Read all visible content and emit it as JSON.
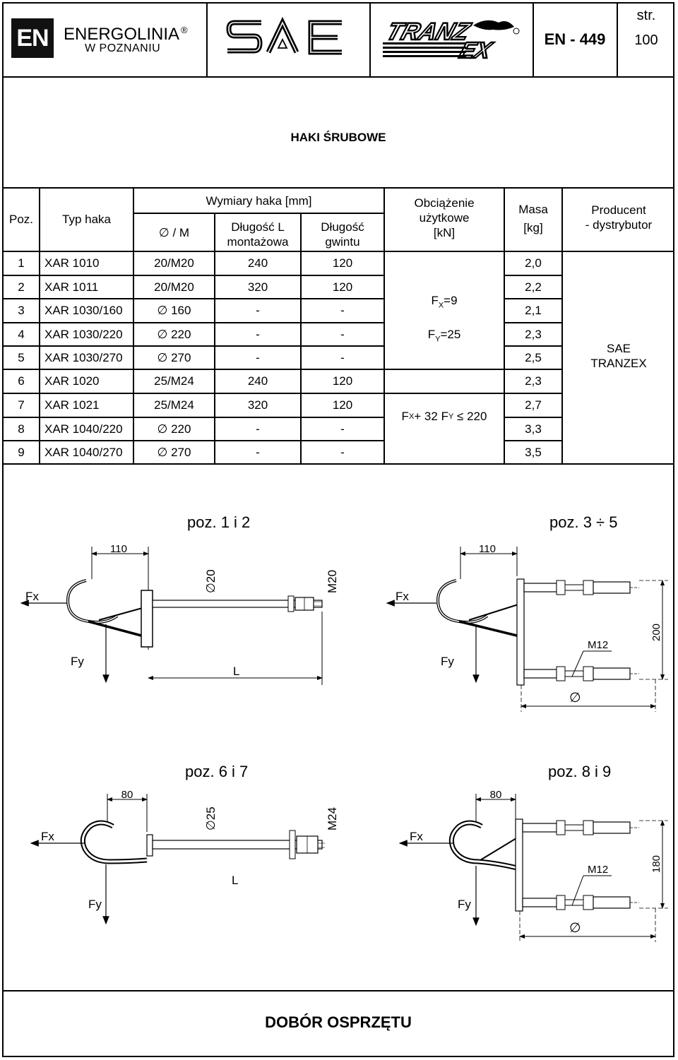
{
  "header": {
    "badge": "EN",
    "company_name": "ENERGOLINIA",
    "registered_mark": "®",
    "company_city": "W  POZNANIU",
    "logo_sae": "SAE",
    "logo_tranzex": "TRANZEX",
    "doc_code": "EN - 449",
    "page_label": "str.",
    "page_number": "100"
  },
  "title": "HAKI ŚRUBOWE",
  "table": {
    "headers": {
      "pos": "Poz.",
      "type": "Typ haka",
      "dims": "Wymiary haka [mm]",
      "dia": "∅ / M",
      "length_line1": "Długość  L",
      "length_line2": "montażowa",
      "thread_line1": "Długość",
      "thread_line2": "gwintu",
      "load_line1": "Obciążenie",
      "load_line2": "użytkowe",
      "load_line3": "[kN]",
      "mass_line1": "Masa",
      "mass_line2": "[kg]",
      "producer_line1": "Producent",
      "producer_line2": "- dystrybutor"
    },
    "rows": [
      {
        "pos": "1",
        "type": "XAR 1010",
        "dia": "20/M20",
        "len": "240",
        "thread": "120",
        "mass": "2,0"
      },
      {
        "pos": "2",
        "type": "XAR 1011",
        "dia": "20/M20",
        "len": "320",
        "thread": "120",
        "mass": "2,2"
      },
      {
        "pos": "3",
        "type": "XAR 1030/160",
        "dia": "∅ 160",
        "len": "-",
        "thread": "-",
        "mass": "2,1"
      },
      {
        "pos": "4",
        "type": "XAR 1030/220",
        "dia": "∅ 220",
        "len": "-",
        "thread": "-",
        "mass": "2,3"
      },
      {
        "pos": "5",
        "type": "XAR 1030/270",
        "dia": "∅ 270",
        "len": "-",
        "thread": "-",
        "mass": "2,5"
      },
      {
        "pos": "6",
        "type": "XAR 1020",
        "dia": "25/M24",
        "len": "240",
        "thread": "120",
        "mass": "2,3"
      },
      {
        "pos": "7",
        "type": "XAR 1021",
        "dia": "25/M24",
        "len": "320",
        "thread": "120",
        "mass": "2,7"
      },
      {
        "pos": "8",
        "type": "XAR 1040/220",
        "dia": "∅ 220",
        "len": "-",
        "thread": "-",
        "mass": "3,3"
      },
      {
        "pos": "9",
        "type": "XAR 1040/270",
        "dia": "∅ 270",
        "len": "-",
        "thread": "-",
        "mass": "3,5"
      }
    ],
    "load_a_line1": "F",
    "load_a_sub1": "X",
    "load_a_val1": "=9",
    "load_a_line2": "F",
    "load_a_sub2": "Y",
    "load_a_val2": "=25",
    "load_b": "F",
    "load_b_sub1": "X",
    "load_b_mid": " + 32 F",
    "load_b_sub2": "Y",
    "load_b_end": " ≤ 220",
    "producer_line1": "SAE",
    "producer_line2": "TRANZEX"
  },
  "drawings": {
    "d1": {
      "title": "poz. 1 i 2",
      "dim": "110",
      "dia": "∅20",
      "thread": "M20",
      "len": "L",
      "fx": "Fx",
      "fy": "Fy"
    },
    "d2": {
      "title": "poz. 3 ÷ 5",
      "dim": "110",
      "height": "200",
      "bolt": "M12",
      "dia": "∅",
      "fx": "Fx",
      "fy": "Fy"
    },
    "d3": {
      "title": "poz. 6 i 7",
      "dim": "80",
      "dia": "∅25",
      "thread": "M24",
      "len": "L",
      "fx": "Fx",
      "fy": "Fy"
    },
    "d4": {
      "title": "poz. 8 i 9",
      "dim": "80",
      "height": "180",
      "bolt": "M12",
      "dia": "∅",
      "fx": "Fx",
      "fy": "Fy"
    }
  },
  "footer": "DOBÓR  OSPRZĘTU"
}
